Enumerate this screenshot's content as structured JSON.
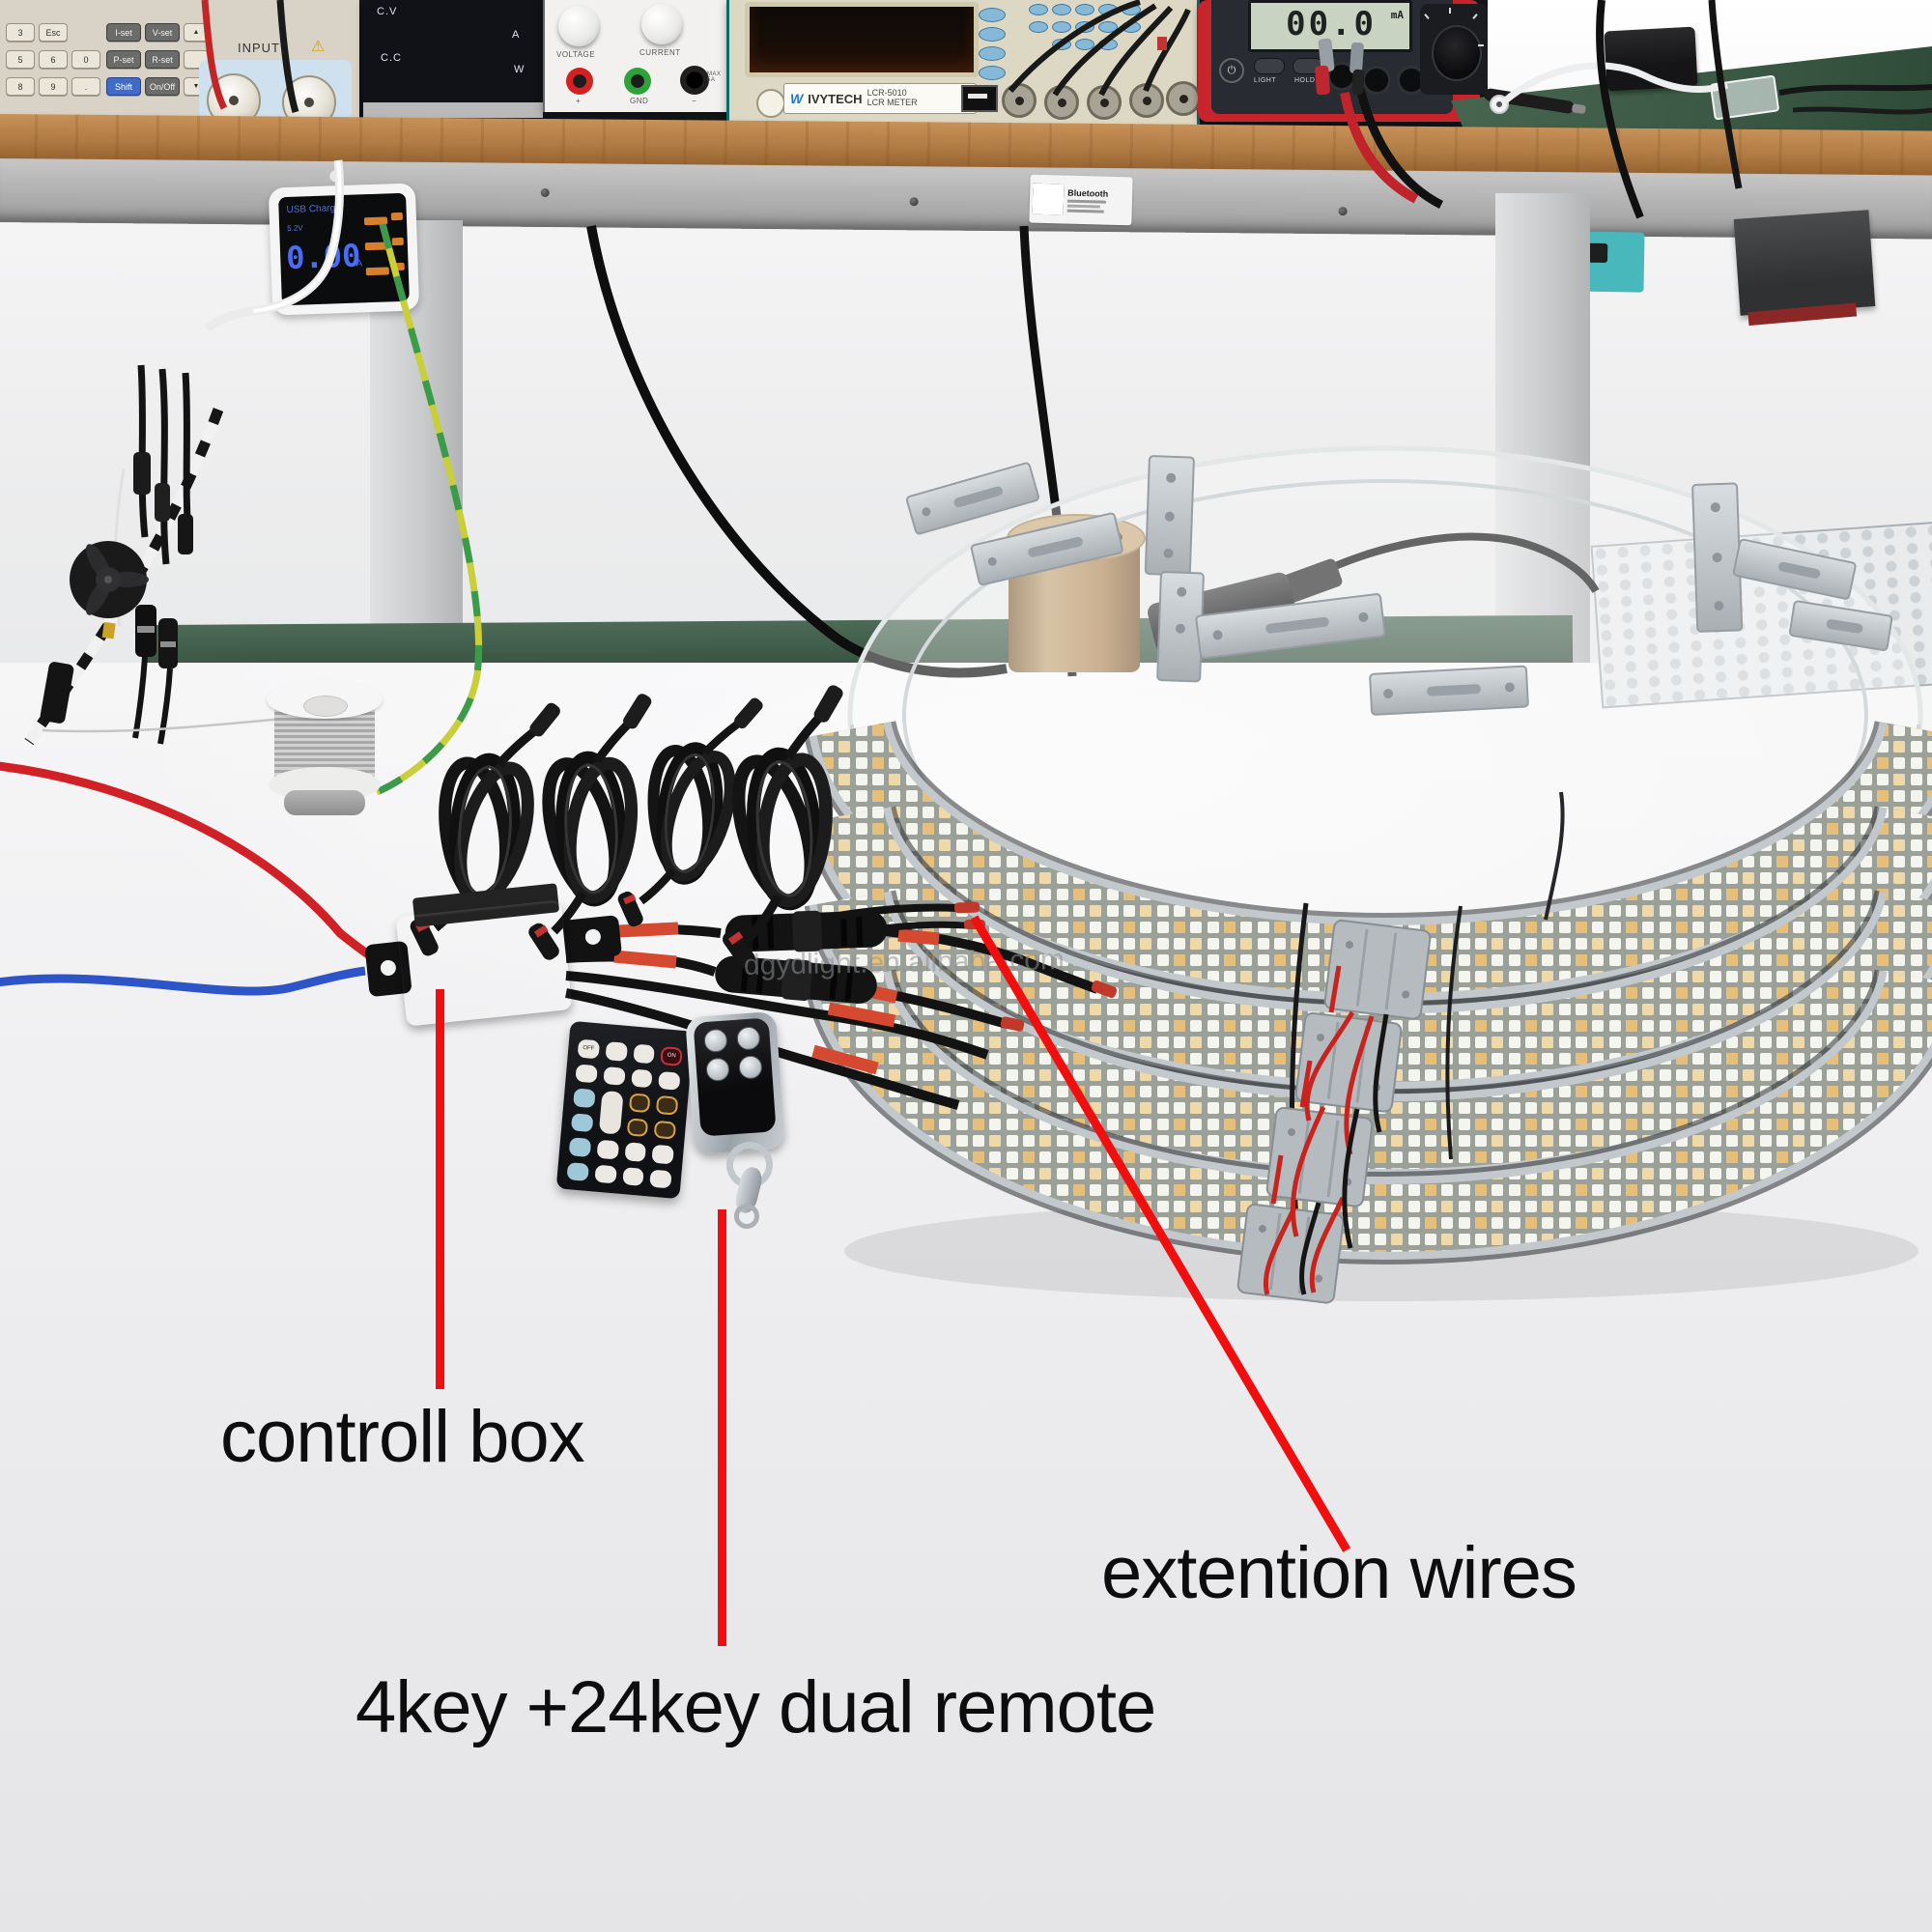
{
  "annotations": {
    "control_box": "controll box",
    "extension_wires": "extention wires",
    "dual_remote": "4key +24key dual remote"
  },
  "watermark": "dgydlight.en.alibaba.com",
  "colors": {
    "annotation_red": "#f10e0e",
    "table_white": "#f0f0f2",
    "shelf_wood": "#b07b44",
    "mat_green": "#44604d",
    "led_amber": "#e6c07a",
    "display_blue": "#4a6cf2",
    "multimeter_red": "#c8242c"
  },
  "equipment": {
    "electronic_load": {
      "num_keys": [
        "3",
        "Esc",
        "5",
        "6",
        "0",
        "8",
        "9",
        "."
      ],
      "func_keys": [
        "I-set",
        "V-set",
        "P-set",
        "R-set",
        "Shift",
        "On/Off"
      ],
      "arrow_up": "▲",
      "arrow_down": "▼",
      "input_label": "INPUT",
      "warning_icon": "⚠"
    },
    "psu_dark": {
      "labels": [
        "C.V",
        "C.C",
        "A",
        "W"
      ]
    },
    "psu_white": {
      "voltage_label": "VOLTAGE",
      "current_label": "CURRENT",
      "plus": "+",
      "gnd": "GND",
      "minus": "−",
      "max_label": "MAX 5A"
    },
    "lcr_meter": {
      "logo_glyph": "W",
      "brand": "IVYTECH",
      "model": "LCR-5010",
      "device_type": "LCR METER"
    },
    "multimeter": {
      "reading": "00.0",
      "unit": "mA",
      "light_button": "LIGHT",
      "hold_button": "HOLD",
      "power_icon": "⏻"
    },
    "usb_charger": {
      "title": "USB Charger",
      "voltage": "5.2V",
      "reading": "0.00",
      "unit": "A"
    },
    "sticker_label": "Bluetooth"
  },
  "remote24": {
    "off_key": "OFF",
    "on_key": "ON"
  }
}
